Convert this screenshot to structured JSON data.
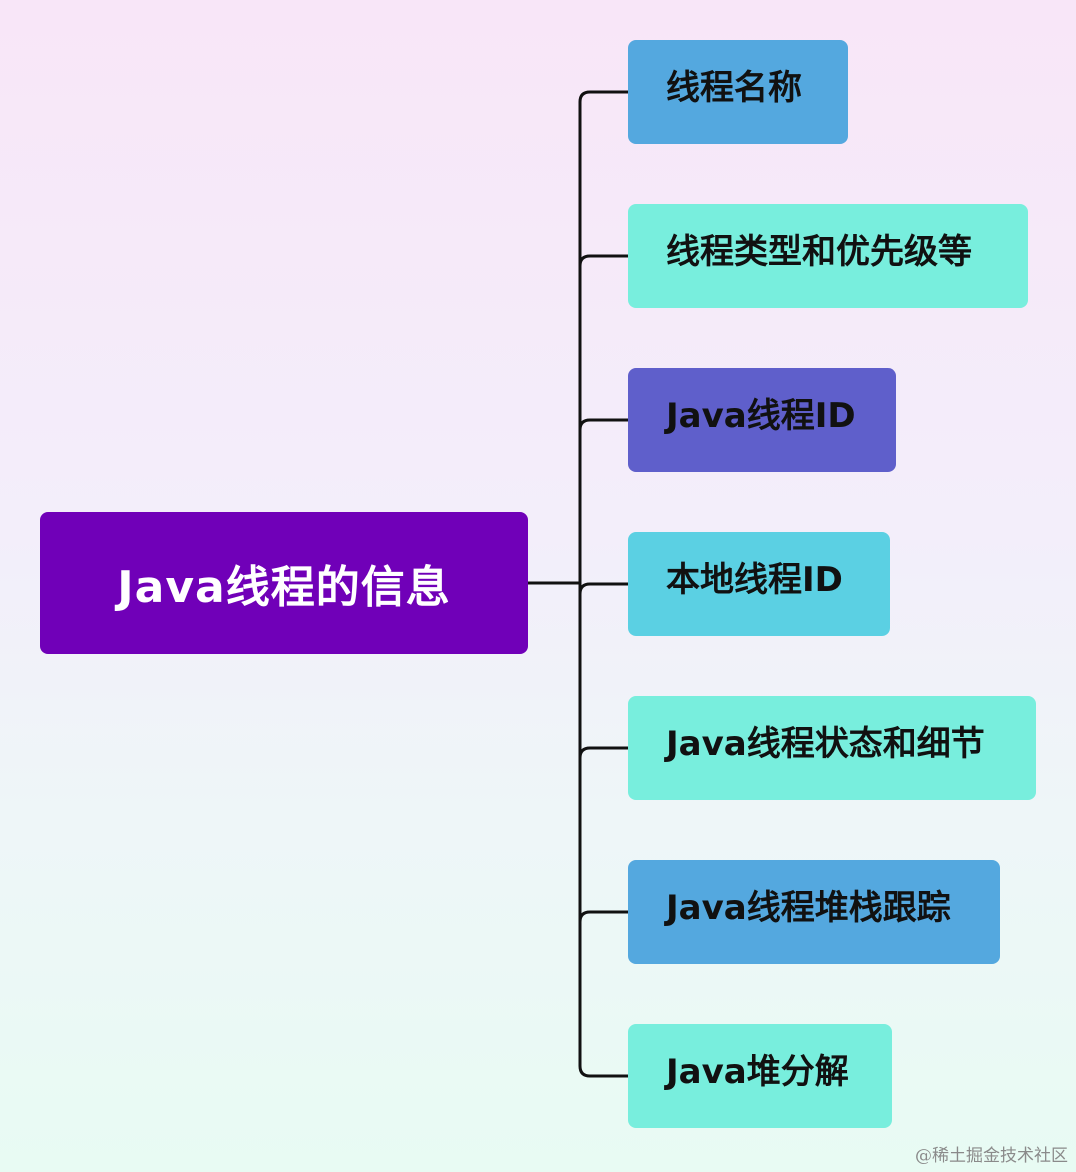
{
  "root": {
    "label": "Java线程的信息",
    "color": "#7000b8"
  },
  "children": [
    {
      "label": "线程名称",
      "color": "#54a8df"
    },
    {
      "label": "线程类型和优先级等",
      "color": "#78eedd"
    },
    {
      "label": "Java线程ID",
      "color": "#5f5fcb"
    },
    {
      "label": "本地线程ID",
      "color": "#5bd0e3"
    },
    {
      "label": "Java线程状态和细节",
      "color": "#78eedd"
    },
    {
      "label": "Java线程堆栈跟踪",
      "color": "#54a8df"
    },
    {
      "label": "Java堆分解",
      "color": "#78eedd"
    }
  ],
  "watermark": "@稀土掘金技术社区",
  "connector_color": "#111111"
}
